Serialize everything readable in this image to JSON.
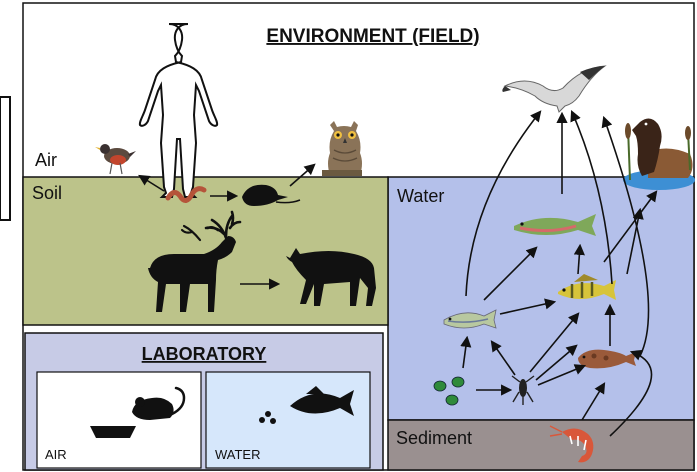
{
  "header": {
    "title": "ENVIRONMENT (FIELD)"
  },
  "zones": {
    "air": "Air",
    "soil": "Soil",
    "water": "Water",
    "sediment": "Sediment"
  },
  "laboratory": {
    "title": "LABORATORY",
    "air_label": "AIR",
    "water_label": "WATER"
  },
  "colors": {
    "soil": "#bcc38a",
    "water": "#b4c0ea",
    "sediment": "#9a9090",
    "lab_panel": "#c7cbe6",
    "lab_water": "#d6e7fb",
    "silhouette": "#111111",
    "fish_green": "#7fa85a",
    "fish_yellow": "#d7c43a",
    "shrimp": "#d9573a",
    "algae": "#2f8a3a"
  },
  "icons": [
    "human-outline-icon",
    "bird-robin-icon",
    "owl-icon",
    "gull-icon",
    "otter-icon",
    "earthworm-icon",
    "shrew-icon",
    "caribou-icon",
    "wolf-icon",
    "trout-icon",
    "perch-icon",
    "minnow-icon",
    "sculpin-icon",
    "zooplankton-icon",
    "algae-icon",
    "shrimp-icon",
    "rat-icon",
    "food-bowl-icon",
    "fish-icon"
  ]
}
